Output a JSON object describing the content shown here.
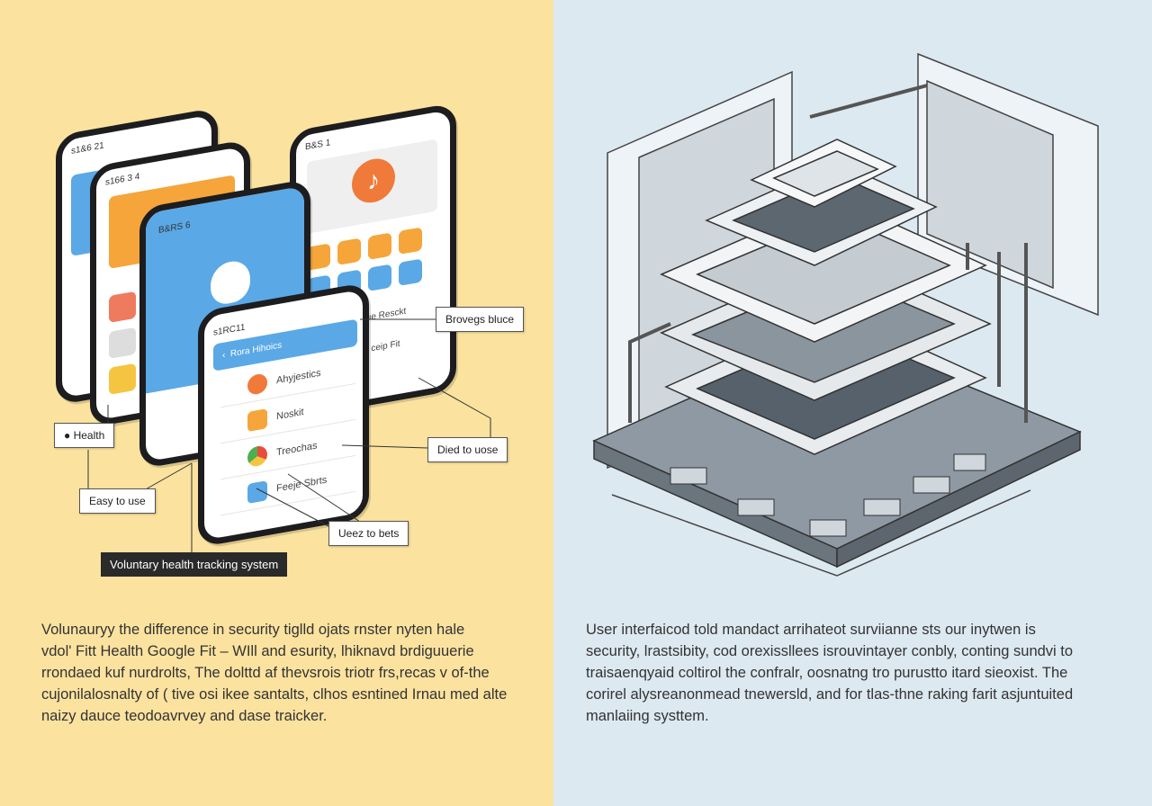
{
  "left_panel": {
    "phones": [
      {
        "status": "s1&6 21"
      },
      {
        "status": "s166 3 4"
      },
      {
        "status": "B&RS 6"
      },
      {
        "status": "B&S 1",
        "side_text": "stue Resckt",
        "side_text2": "so ceip Fit"
      },
      {
        "status": "s1RC11",
        "header": "Rora Hihoics",
        "items": [
          "Ahyjestics",
          "Noskit",
          "Treochas",
          "Feeje Sbrts"
        ]
      }
    ],
    "callouts": {
      "health": "Health",
      "easy": "Easy to use",
      "browse": "Brovegs bluce",
      "died": "Died to uose",
      "users": "Ueez to bets",
      "title": "Voluntary health tracking system"
    },
    "paragraph": [
      "Volunauryy the difference in security tiglld ojats rnster nyten hale",
      "vdol' Fitt Health Google Fit – WIll and esurity, lhiknavd brdiguuerie",
      "rrondaed kuf nurdrolts, The dolttd af thevsrois triotr frs,recas v of-the",
      "cujonilalosnalty of ( tive osi ikee santalts, clhos esntined Irnau med alte",
      "naizy dauce teodoavrvey and dase traicker."
    ]
  },
  "right_panel": {
    "paragraph": [
      "User interfaicod told mandact arrihateot surviianne sts our inytwen is",
      "security, lrastsibity, cod orexissllees isrouvintayer conbly, conting sundvi to",
      "traisaenqyaid coltirol the confralr, oosnatng tro purustto itard sieoxist. The",
      "corirel alysreanonmead tnewersld, and for tlas-thne raking farit asjuntuited",
      "manlaiing systtem."
    ]
  },
  "colors": {
    "left_bg": "#fbe29f",
    "right_bg": "#dde9f1",
    "accent_blue": "#5aa8e6",
    "accent_orange": "#f5a53a"
  }
}
